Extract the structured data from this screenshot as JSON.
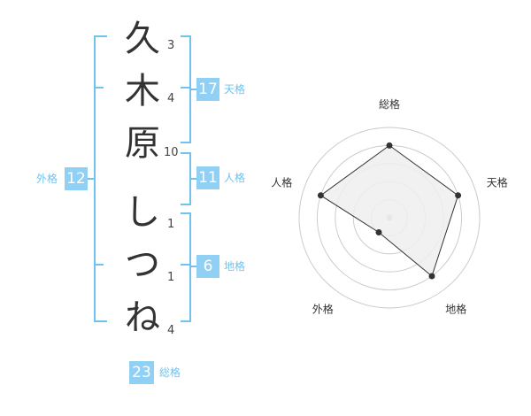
{
  "name": {
    "chars": [
      {
        "char": "久",
        "strokes": "3"
      },
      {
        "char": "木",
        "strokes": "4"
      },
      {
        "char": "原",
        "strokes": "10"
      },
      {
        "char": "し",
        "strokes": "1"
      },
      {
        "char": "つ",
        "strokes": "1"
      },
      {
        "char": "ね",
        "strokes": "4"
      }
    ]
  },
  "grids": {
    "tenkaku": {
      "value": "17",
      "label": "天格"
    },
    "jinkaku": {
      "value": "11",
      "label": "人格"
    },
    "chikaku": {
      "value": "6",
      "label": "地格"
    },
    "gaikaku": {
      "value": "12",
      "label": "外格"
    },
    "soukaku": {
      "value": "23",
      "label": "総格"
    }
  },
  "chart_data": {
    "type": "radar",
    "axes": [
      "総格",
      "天格",
      "地格",
      "外格",
      "人格"
    ],
    "values": [
      4,
      4,
      4,
      1,
      4
    ],
    "rmax": 5,
    "colors": {
      "fill": "#eeeeee",
      "stroke": "#333333",
      "grid": "#cccccc"
    }
  }
}
